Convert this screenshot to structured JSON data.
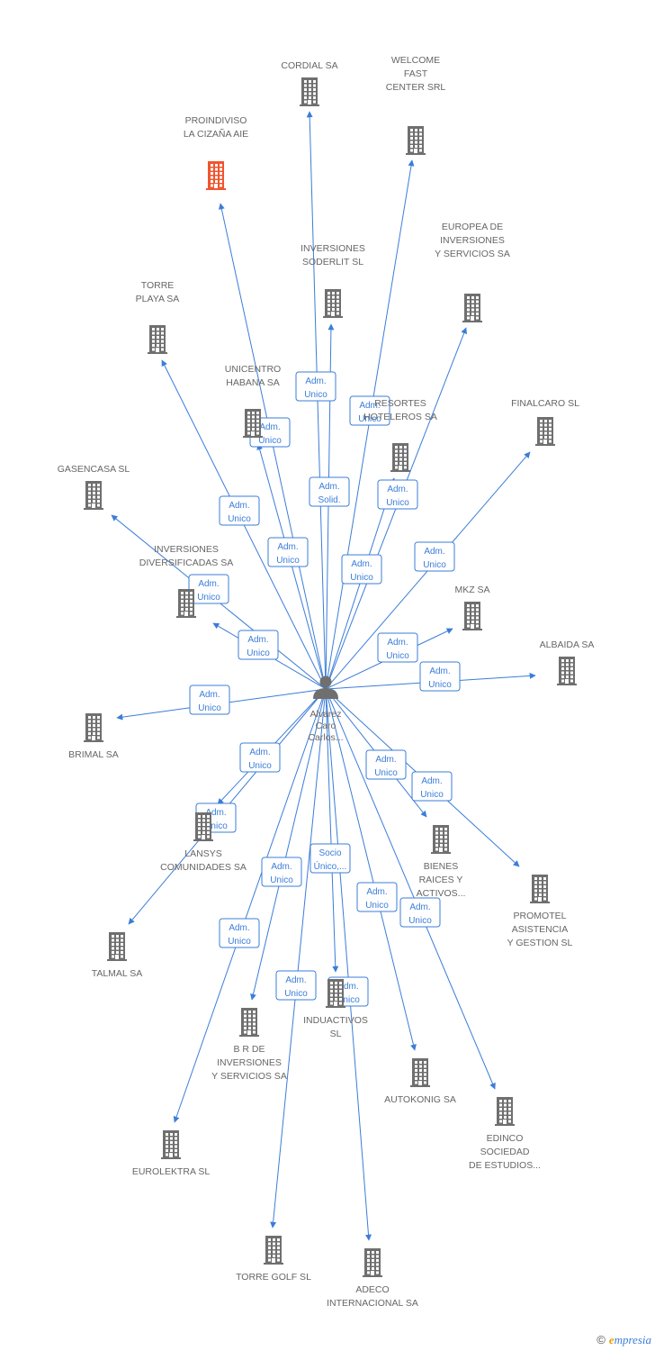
{
  "colors": {
    "edge": "#3b7dd8",
    "building": "#6f6f6f",
    "highlight": "#f0552f",
    "person": "#6f6f6f"
  },
  "center": {
    "name": "center-person",
    "label_lines": [
      "Alvarez",
      "Caro",
      "Carlos..."
    ],
    "icon": "person-icon"
  },
  "nodes": [
    {
      "id": "cordial",
      "label_lines": [
        "CORDIAL SA"
      ],
      "icon": "building-icon"
    },
    {
      "id": "welcome",
      "label_lines": [
        "WELCOME",
        "FAST",
        "CENTER SRL"
      ],
      "icon": "building-icon"
    },
    {
      "id": "proindiviso",
      "label_lines": [
        "PROINDIVISO",
        "LA CIZAÑA AIE"
      ],
      "icon": "building-icon",
      "highlight": true
    },
    {
      "id": "inv_soderlit",
      "label_lines": [
        "INVERSIONES",
        "SODERLIT SL"
      ],
      "icon": "building-icon"
    },
    {
      "id": "europea",
      "label_lines": [
        "EUROPEA DE",
        "INVERSIONES",
        "Y SERVICIOS SA"
      ],
      "icon": "building-icon"
    },
    {
      "id": "torre_playa",
      "label_lines": [
        "TORRE",
        "PLAYA SA"
      ],
      "icon": "building-icon"
    },
    {
      "id": "unicentro",
      "label_lines": [
        "UNICENTRO",
        "HABANA SA"
      ],
      "icon": "building-icon"
    },
    {
      "id": "resortes",
      "label_lines": [
        "RESORTES",
        "HOTELEROS SA"
      ],
      "icon": "building-icon"
    },
    {
      "id": "finalcaro",
      "label_lines": [
        "FINALCARO  SL"
      ],
      "icon": "building-icon"
    },
    {
      "id": "gasencasa",
      "label_lines": [
        "GASENCASA SL"
      ],
      "icon": "building-icon"
    },
    {
      "id": "inv_divers",
      "label_lines": [
        "INVERSIONES",
        "DIVERSIFICADAS SA"
      ],
      "icon": "building-icon"
    },
    {
      "id": "mkz",
      "label_lines": [
        "MKZ SA"
      ],
      "icon": "building-icon"
    },
    {
      "id": "albaida",
      "label_lines": [
        "ALBAIDA SA"
      ],
      "icon": "building-icon"
    },
    {
      "id": "brimal",
      "label_lines": [
        "BRIMAL SA"
      ],
      "icon": "building-icon"
    },
    {
      "id": "lansys",
      "label_lines": [
        "LANSYS",
        "COMUNIDADES SA"
      ],
      "icon": "building-icon"
    },
    {
      "id": "bienes",
      "label_lines": [
        "BIENES",
        "RAICES Y",
        "ACTIVOS..."
      ],
      "icon": "building-icon"
    },
    {
      "id": "promotel",
      "label_lines": [
        "PROMOTEL",
        "ASISTENCIA",
        "Y GESTION SL"
      ],
      "icon": "building-icon"
    },
    {
      "id": "talmal",
      "label_lines": [
        "TALMAL SA"
      ],
      "icon": "building-icon"
    },
    {
      "id": "brde",
      "label_lines": [
        "B R DE",
        "INVERSIONES",
        "Y SERVICIOS SA"
      ],
      "icon": "building-icon"
    },
    {
      "id": "inductivos",
      "label_lines": [
        "INDUACTIVOS",
        "SL"
      ],
      "icon": "building-icon"
    },
    {
      "id": "autokonig",
      "label_lines": [
        "AUTOKONIG SA"
      ],
      "icon": "building-icon"
    },
    {
      "id": "edinco",
      "label_lines": [
        "EDINCO",
        "SOCIEDAD",
        "DE ESTUDIOS..."
      ],
      "icon": "building-icon"
    },
    {
      "id": "eurolektra",
      "label_lines": [
        "EUROLEKTRA SL"
      ],
      "icon": "building-icon"
    },
    {
      "id": "torre_golf",
      "label_lines": [
        "TORRE GOLF SL"
      ],
      "icon": "building-icon"
    },
    {
      "id": "adeco",
      "label_lines": [
        "ADECO",
        "INTERNACIONAL SA"
      ],
      "icon": "building-icon"
    }
  ],
  "edges": [
    {
      "to": "cordial",
      "label_lines": [
        "Adm.",
        "Unico"
      ]
    },
    {
      "to": "welcome",
      "label_lines": [
        "Adm.",
        "Unico"
      ]
    },
    {
      "to": "proindiviso",
      "label_lines": [
        "Adm.",
        "Unico"
      ]
    },
    {
      "to": "inv_soderlit",
      "label_lines": [
        "Adm.",
        "Solid."
      ]
    },
    {
      "to": "europea",
      "label_lines": [
        "Adm.",
        "Unico"
      ]
    },
    {
      "to": "torre_playa",
      "label_lines": [
        "Adm.",
        "Unico"
      ]
    },
    {
      "to": "unicentro",
      "label_lines": [
        "Adm.",
        "Unico"
      ]
    },
    {
      "to": "resortes",
      "label_lines": [
        "Adm.",
        "Unico"
      ]
    },
    {
      "to": "finalcaro",
      "label_lines": [
        "Adm.",
        "Unico"
      ]
    },
    {
      "to": "gasencasa",
      "label_lines": [
        "Adm.",
        "Unico"
      ]
    },
    {
      "to": "inv_divers",
      "label_lines": [
        "Adm.",
        "Unico"
      ]
    },
    {
      "to": "mkz",
      "label_lines": [
        "Adm.",
        "Unico"
      ]
    },
    {
      "to": "albaida",
      "label_lines": [
        "Adm.",
        "Unico"
      ]
    },
    {
      "to": "brimal",
      "label_lines": [
        "Adm.",
        "Unico"
      ]
    },
    {
      "to": "lansys",
      "label_lines": [
        "Adm.",
        "Unico"
      ]
    },
    {
      "to": "bienes",
      "label_lines": [
        "Adm.",
        "Unico"
      ]
    },
    {
      "to": "promotel",
      "label_lines": [
        "Adm.",
        "Unico"
      ]
    },
    {
      "to": "talmal",
      "label_lines": [
        "Adm.",
        "Unico"
      ]
    },
    {
      "to": "brde",
      "label_lines": [
        "Adm.",
        "Unico"
      ]
    },
    {
      "to": "inductivos",
      "label_lines": [
        "Socio",
        "Único,..."
      ]
    },
    {
      "to": "autokonig",
      "label_lines": [
        "Adm.",
        "Unico"
      ]
    },
    {
      "to": "edinco",
      "label_lines": [
        "Adm.",
        "Unico"
      ]
    },
    {
      "to": "eurolektra",
      "label_lines": [
        "Adm.",
        "Unico"
      ]
    },
    {
      "to": "torre_golf",
      "label_lines": [
        "Adm.",
        "Unico"
      ]
    },
    {
      "to": "adeco",
      "label_lines": [
        "Adm.",
        "Unico"
      ]
    }
  ],
  "footer": {
    "copyright": "©",
    "brand_initial": "e",
    "brand_rest": "mpresia"
  }
}
